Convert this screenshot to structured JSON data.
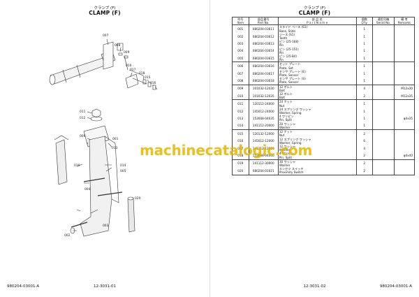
{
  "left_page": {
    "title_jp": "クランプ (F)",
    "title_en": "CLAMP (F)",
    "footer_left": "980204-03001-A",
    "footer_center": "12-3031-01",
    "callouts": [
      "007",
      "008",
      "009",
      "010",
      "017",
      "018",
      "015",
      "016",
      "011",
      "012",
      "001",
      "006",
      "013",
      "014",
      "005",
      "019",
      "004",
      "020",
      "003",
      "002"
    ]
  },
  "right_page": {
    "title_jp": "クランプ (F)",
    "title_en": "CLAMP (F)",
    "footer_center": "12-3031-02",
    "footer_right": "980204-03001-A",
    "headers": {
      "item_jp": "符号",
      "item_en": "Item",
      "part_jp": "部品番号",
      "part_en": "Part No.",
      "name_jp": "部 品 名",
      "name_en": "P a r t  N a m e",
      "qty_jp": "個数",
      "qty_en": "Q'ty",
      "serial_jp": "適用号機",
      "serial_en": "Serial No.",
      "remarks_jp": "備 考",
      "remarks_en": "Remarks"
    },
    "rows": [
      {
        "item": "001",
        "part": "080204-03611",
        "name_jp": "スライド ベース (S1)",
        "name_en": "Base, Slide",
        "qty": "1",
        "remarks": ""
      },
      {
        "item": "002",
        "part": "080204-03612",
        "name_jp": "ツース (S1)",
        "name_en": "Tooth",
        "qty": "1",
        "remarks": ""
      },
      {
        "item": "003",
        "part": "080204-03613",
        "name_jp": "ピン (25-168)",
        "name_en": "Pin",
        "qty": "1",
        "remarks": ""
      },
      {
        "item": "004",
        "part": "080204-03614",
        "name_jp": "ピン (25-151)",
        "name_en": "Pin",
        "qty": "1",
        "remarks": ""
      },
      {
        "item": "005",
        "part": "080204-03615",
        "name_jp": "ピン (25-84)",
        "name_en": "Pin",
        "qty": "1",
        "remarks": ""
      },
      {
        "item": "006",
        "part": "080204-03616",
        "name_jp": "セット プレート",
        "name_en": "Plate, Set",
        "qty": "1",
        "remarks": ""
      },
      {
        "item": "007",
        "part": "080204-03617",
        "name_jp": "センサ プレート (E)",
        "name_en": "Plate, Sensor",
        "qty": "1",
        "remarks": ""
      },
      {
        "item": "008",
        "part": "080204-03618",
        "name_jp": "センサ プレート (S)",
        "name_en": "Plate, Sensor",
        "qty": "1",
        "remarks": ""
      },
      {
        "item": "009",
        "part": "101032-12030",
        "name_jp": "12 ボルト",
        "name_en": "Bolt",
        "qty": "4",
        "remarks": "M12x30"
      },
      {
        "item": "010",
        "part": "101032-12035",
        "name_jp": "12 ボルト",
        "name_en": "Bolt",
        "qty": "2",
        "remarks": "M12x35"
      },
      {
        "item": "011",
        "part": "120112-24000",
        "name_jp": "24 ナット",
        "name_en": "Nut",
        "qty": "1",
        "remarks": ""
      },
      {
        "item": "012",
        "part": "145012-24000",
        "name_jp": "24 スプリング ワッシャ",
        "name_en": "Washer, Spring",
        "qty": "1",
        "remarks": ""
      },
      {
        "item": "013",
        "part": "153008-04035",
        "name_jp": "4 ワリピン",
        "name_en": "Pin, Split",
        "qty": "1",
        "remarks": "φ4x35"
      },
      {
        "item": "014",
        "part": "141112-20000",
        "name_jp": "20 ワッシャ",
        "name_en": "Washer",
        "qty": "1",
        "remarks": ""
      },
      {
        "item": "015",
        "part": "120132-12000",
        "name_jp": "12 ナット",
        "name_en": "Nut",
        "qty": "2",
        "remarks": ""
      },
      {
        "item": "016",
        "part": "145012-12000",
        "name_jp": "12 スプリング ワッシャ",
        "name_en": "Washer, Spring",
        "qty": "6",
        "remarks": ""
      },
      {
        "item": "017",
        "part": "141112-12000",
        "name_jp": "12 ワッシャ",
        "name_en": "Washer",
        "qty": "4",
        "remarks": ""
      },
      {
        "item": "018",
        "part": "153008-04040",
        "name_jp": "4 ワリピン",
        "name_en": "Pin, Split",
        "qty": "2",
        "remarks": "φ4x40"
      },
      {
        "item": "019",
        "part": "141112-30000",
        "name_jp": "30 ワッシャ",
        "name_en": "Washer",
        "qty": "2",
        "remarks": ""
      },
      {
        "item": "020",
        "part": "080204-01021",
        "name_jp": "キンセツ スイッチ",
        "name_en": "Proximity Switch",
        "qty": "2",
        "remarks": ""
      }
    ]
  },
  "watermark": "machinecatalogic.com",
  "colors": {
    "watermark": "#e6b800",
    "line": "#444444"
  }
}
